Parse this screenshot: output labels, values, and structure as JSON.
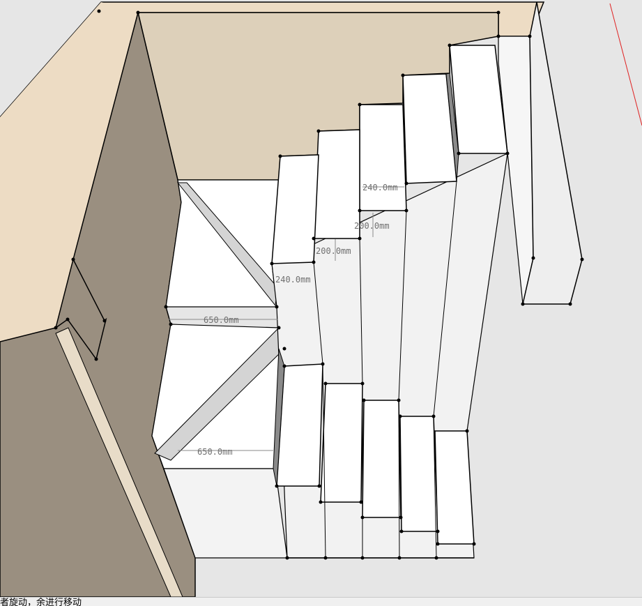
{
  "viewport": {
    "colors": {
      "background": "#e6e6e6",
      "wall_light": "#eddcc4",
      "wall_shaded": "#9a8f80",
      "back_wall": "#ddd0ba",
      "step_face": "#ffffff",
      "step_side": "#f2f2f2",
      "brace": "#d4d4d4",
      "axis_red": "#e02020"
    },
    "dimensions": {
      "tread_upper": "240.0mm",
      "riser_upper": "200.0mm",
      "riser_mid": "200.0mm",
      "tread_lower": "240.0mm",
      "width_upper": "650.0mm",
      "width_lower": "650.0mm"
    }
  },
  "status": {
    "text": "者旋动，余进行移动"
  }
}
